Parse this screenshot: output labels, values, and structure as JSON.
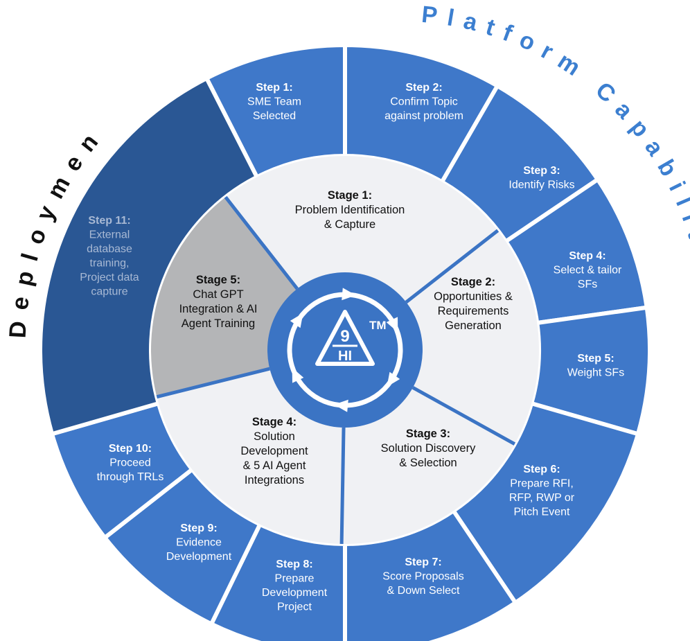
{
  "colors": {
    "step_blue": "#3f78c9",
    "step_dark": "#2a5794",
    "stage_light": "#f0f1f4",
    "stage_grey": "#b4b5b7",
    "center_blue": "#3b74c4",
    "arc_label_blue": "#3c7fd0",
    "arc_label_black": "#111111",
    "divider": "#ffffff"
  },
  "arc_labels": {
    "platform": "Platform Capabilities",
    "deployment": "Deployment"
  },
  "center": {
    "logo_top": "9",
    "logo_bottom": "HI",
    "trademark": "TM"
  },
  "steps": [
    {
      "key": "step1",
      "title": "Step 1:",
      "lines": [
        "SME Team",
        "Selected"
      ],
      "shade": "blue"
    },
    {
      "key": "step2",
      "title": "Step 2:",
      "lines": [
        "Confirm Topic",
        "against problem"
      ],
      "shade": "blue"
    },
    {
      "key": "step3",
      "title": "Step 3:",
      "lines": [
        "Identify Risks"
      ],
      "shade": "blue"
    },
    {
      "key": "step4",
      "title": "Step 4:",
      "lines": [
        "Select & tailor",
        "SFs"
      ],
      "shade": "blue"
    },
    {
      "key": "step5",
      "title": "Step 5:",
      "lines": [
        "Weight SFs"
      ],
      "shade": "blue"
    },
    {
      "key": "step6",
      "title": "Step 6:",
      "lines": [
        "Prepare RFI,",
        "RFP, RWP or",
        "Pitch Event"
      ],
      "shade": "blue"
    },
    {
      "key": "step7",
      "title": "Step 7:",
      "lines": [
        "Score Proposals",
        "& Down Select"
      ],
      "shade": "blue"
    },
    {
      "key": "step8",
      "title": "Step 8:",
      "lines": [
        "Prepare",
        "Development",
        "Project"
      ],
      "shade": "blue"
    },
    {
      "key": "step9",
      "title": "Step 9:",
      "lines": [
        "Evidence",
        "Development"
      ],
      "shade": "blue"
    },
    {
      "key": "step10",
      "title": "Step 10:",
      "lines": [
        "Proceed",
        "through TRLs"
      ],
      "shade": "blue"
    },
    {
      "key": "step11",
      "title": "Step 11:",
      "lines": [
        "External",
        "database",
        "training,",
        "Project data",
        "capture"
      ],
      "shade": "dark"
    }
  ],
  "stages": [
    {
      "key": "stage1",
      "title": "Stage 1:",
      "lines": [
        "Problem Identification",
        "& Capture"
      ],
      "shade": "light"
    },
    {
      "key": "stage2",
      "title": "Stage 2:",
      "lines": [
        "Opportunities &",
        "Requirements",
        "Generation"
      ],
      "shade": "light"
    },
    {
      "key": "stage3",
      "title": "Stage 3:",
      "lines": [
        "Solution Discovery",
        "& Selection"
      ],
      "shade": "light"
    },
    {
      "key": "stage4",
      "title": "Stage 4:",
      "lines": [
        "Solution",
        "Development",
        "& 5 AI Agent",
        "Integrations"
      ],
      "shade": "light"
    },
    {
      "key": "stage5",
      "title": "Stage 5:",
      "lines": [
        "Chat GPT",
        "Integration & AI",
        "Agent Training"
      ],
      "shade": "grey"
    }
  ]
}
